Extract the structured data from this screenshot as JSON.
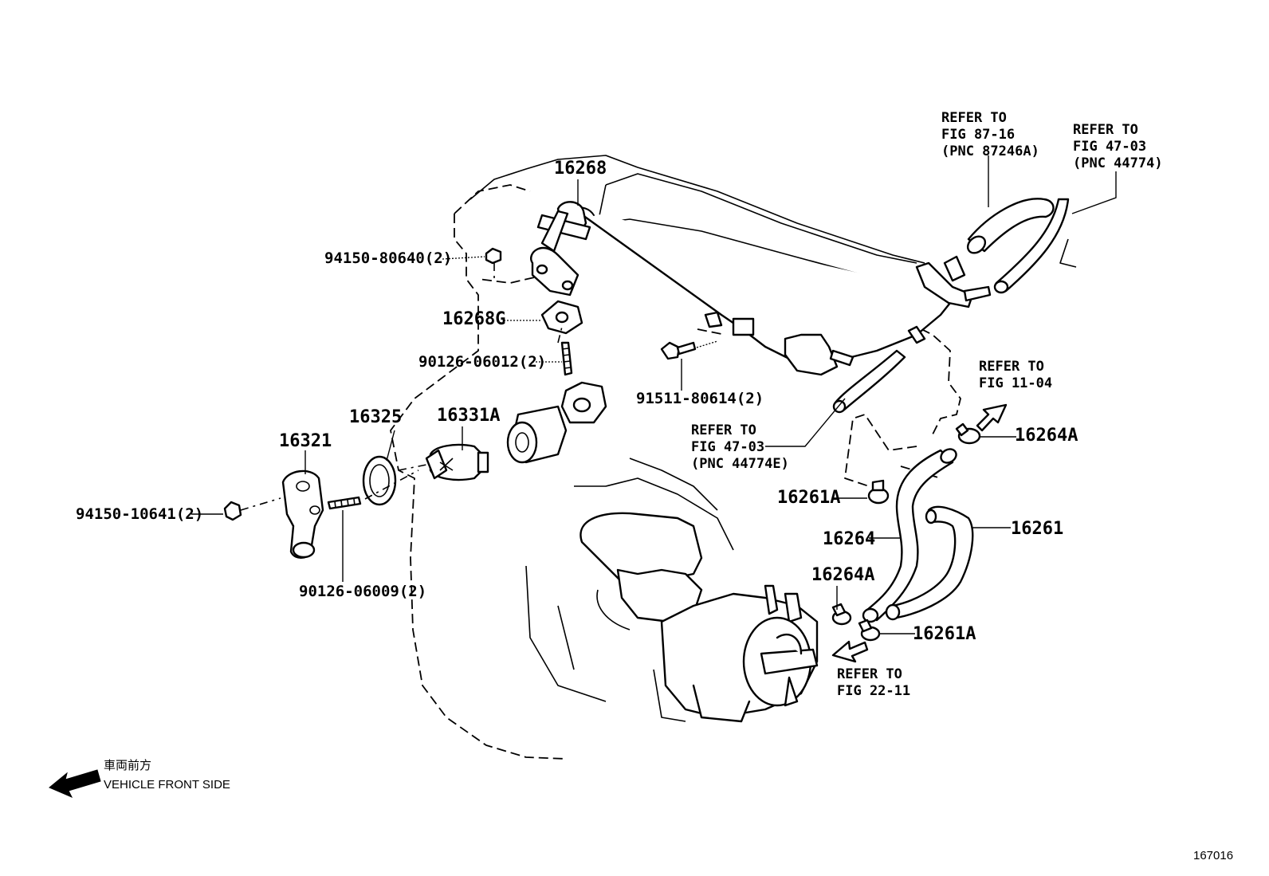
{
  "labels": {
    "p16268": "16268",
    "p94150_80640": "94150-80640(2)",
    "p16268G": "16268G",
    "p90126_06012": "90126-06012(2)",
    "p91511_80614": "91511-80614(2)",
    "p16325": "16325",
    "p16331A": "16331A",
    "p16321": "16321",
    "p94150_10641": "94150-10641(2)",
    "p90126_06009": "90126-06009(2)",
    "p16264A_top": "16264A",
    "p16261A_top": "16261A",
    "p16264": "16264",
    "p16261": "16261",
    "p16264A_bottom": "16264A",
    "p16261A_bottom": "16261A"
  },
  "references": {
    "ref_fig87": [
      "REFER TO",
      "FIG 87-16",
      "(PNC 87246A)"
    ],
    "ref_fig47_top": [
      "REFER TO",
      "FIG 47-03",
      "(PNC 44774)"
    ],
    "ref_fig47_mid": [
      "REFER TO",
      "FIG 47-03",
      "(PNC 44774E)"
    ],
    "ref_fig11": [
      "REFER TO",
      "FIG 11-04"
    ],
    "ref_fig22": [
      "REFER TO",
      "FIG 22-11"
    ]
  },
  "legend": {
    "japanese": "車両前方",
    "english": "VEHICLE FRONT SIDE"
  },
  "figure_code": "167016"
}
